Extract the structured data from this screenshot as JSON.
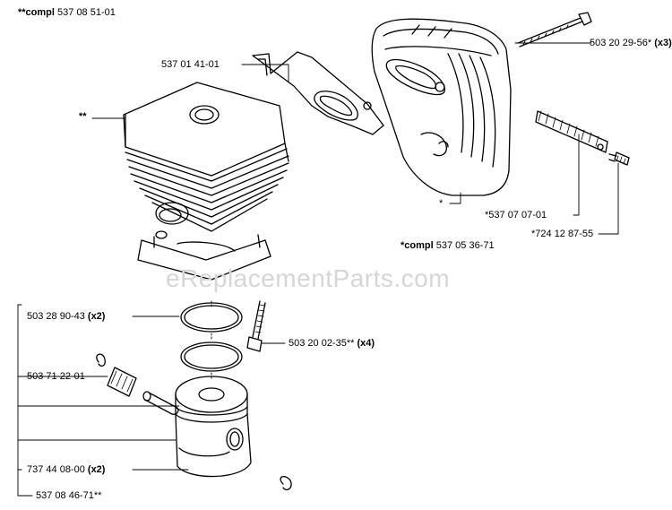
{
  "watermark": "eReplacementParts.com",
  "labels": {
    "compl_top": {
      "prefix": "**compl",
      "part": "537 08 51-01"
    },
    "bracket": {
      "part": "537 01 41-01"
    },
    "cylinder": {
      "part": "**"
    },
    "bolt_top": {
      "part": "503 20 29-56*",
      "qty": "(x3)"
    },
    "muffler": {
      "part": "*"
    },
    "plate": {
      "part": "*537 07 07-01"
    },
    "screw": {
      "part": "*724 12 87-55"
    },
    "compl_mid": {
      "prefix": "*compl",
      "part": "537 05 36-71"
    },
    "rings": {
      "part": "503 28 90-43",
      "qty": "(x2)"
    },
    "bolt_mid": {
      "part": "503 20 02-35**",
      "qty": "(x4)"
    },
    "bearing": {
      "part": "503 71 22-01"
    },
    "circlip": {
      "part": "737 44 08-00",
      "qty": "(x2)"
    },
    "piston_kit": {
      "part": "537 08 46-71**"
    }
  }
}
